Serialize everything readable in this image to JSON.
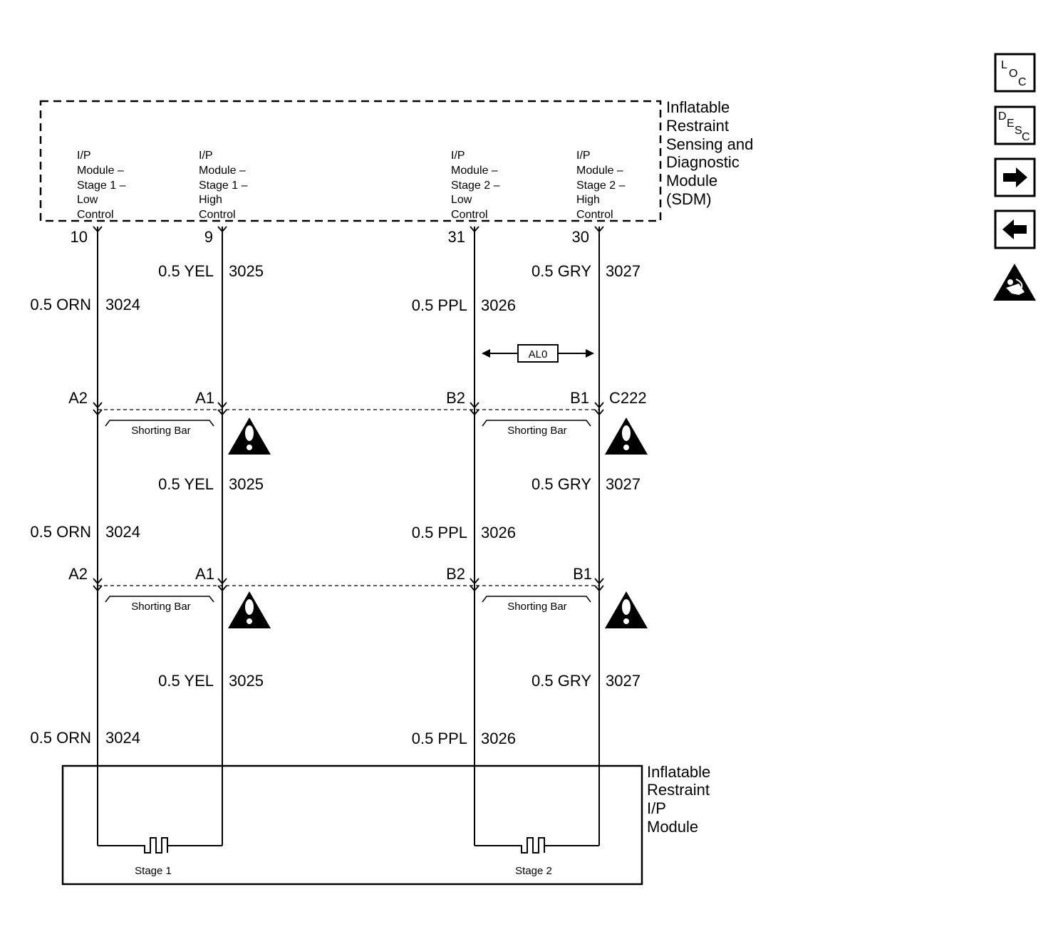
{
  "sdm": {
    "title_lines": [
      "Inflatable",
      "Restraint",
      "Sensing and",
      "Diagnostic",
      "Module",
      "(SDM)"
    ],
    "pins": [
      {
        "lines": [
          "I/P",
          "Module –",
          "Stage 1 –",
          "Low",
          "Control"
        ],
        "pin": "10"
      },
      {
        "lines": [
          "I/P",
          "Module –",
          "Stage 1 –",
          "High",
          "Control"
        ],
        "pin": "9"
      },
      {
        "lines": [
          "I/P",
          "Module –",
          "Stage 2 –",
          "Low",
          "Control"
        ],
        "pin": "31"
      },
      {
        "lines": [
          "I/P",
          "Module –",
          "Stage 2 –",
          "High",
          "Control"
        ],
        "pin": "30"
      }
    ]
  },
  "wires": {
    "orn": {
      "color": "0.5 ORN",
      "circuit": "3024"
    },
    "yel": {
      "color": "0.5 YEL",
      "circuit": "3025"
    },
    "ppl": {
      "color": "0.5 PPL",
      "circuit": "3026"
    },
    "gry": {
      "color": "0.5 GRY",
      "circuit": "3027"
    }
  },
  "al0": "AL0",
  "connector1": {
    "a2": "A2",
    "a1": "A1",
    "b2": "B2",
    "b1": "B1",
    "name": "C222"
  },
  "connector2": {
    "a2": "A2",
    "a1": "A1",
    "b2": "B2",
    "b1": "B1"
  },
  "shorting_bar": "Shorting Bar",
  "ip_module": {
    "title_lines": [
      "Inflatable",
      "Restraint",
      "I/P",
      "Module"
    ],
    "stage1": "Stage 1",
    "stage2": "Stage 2"
  },
  "nav": {
    "loc": {
      "big": "L",
      "mid": "O",
      "small": "C"
    },
    "desc": {
      "big": "D",
      "mid": "E",
      "s1": "S",
      "small": "C"
    },
    "icons": [
      "loc-icon",
      "desc-icon",
      "arrow-right-icon",
      "arrow-left-icon",
      "airbag-warning-icon"
    ]
  }
}
